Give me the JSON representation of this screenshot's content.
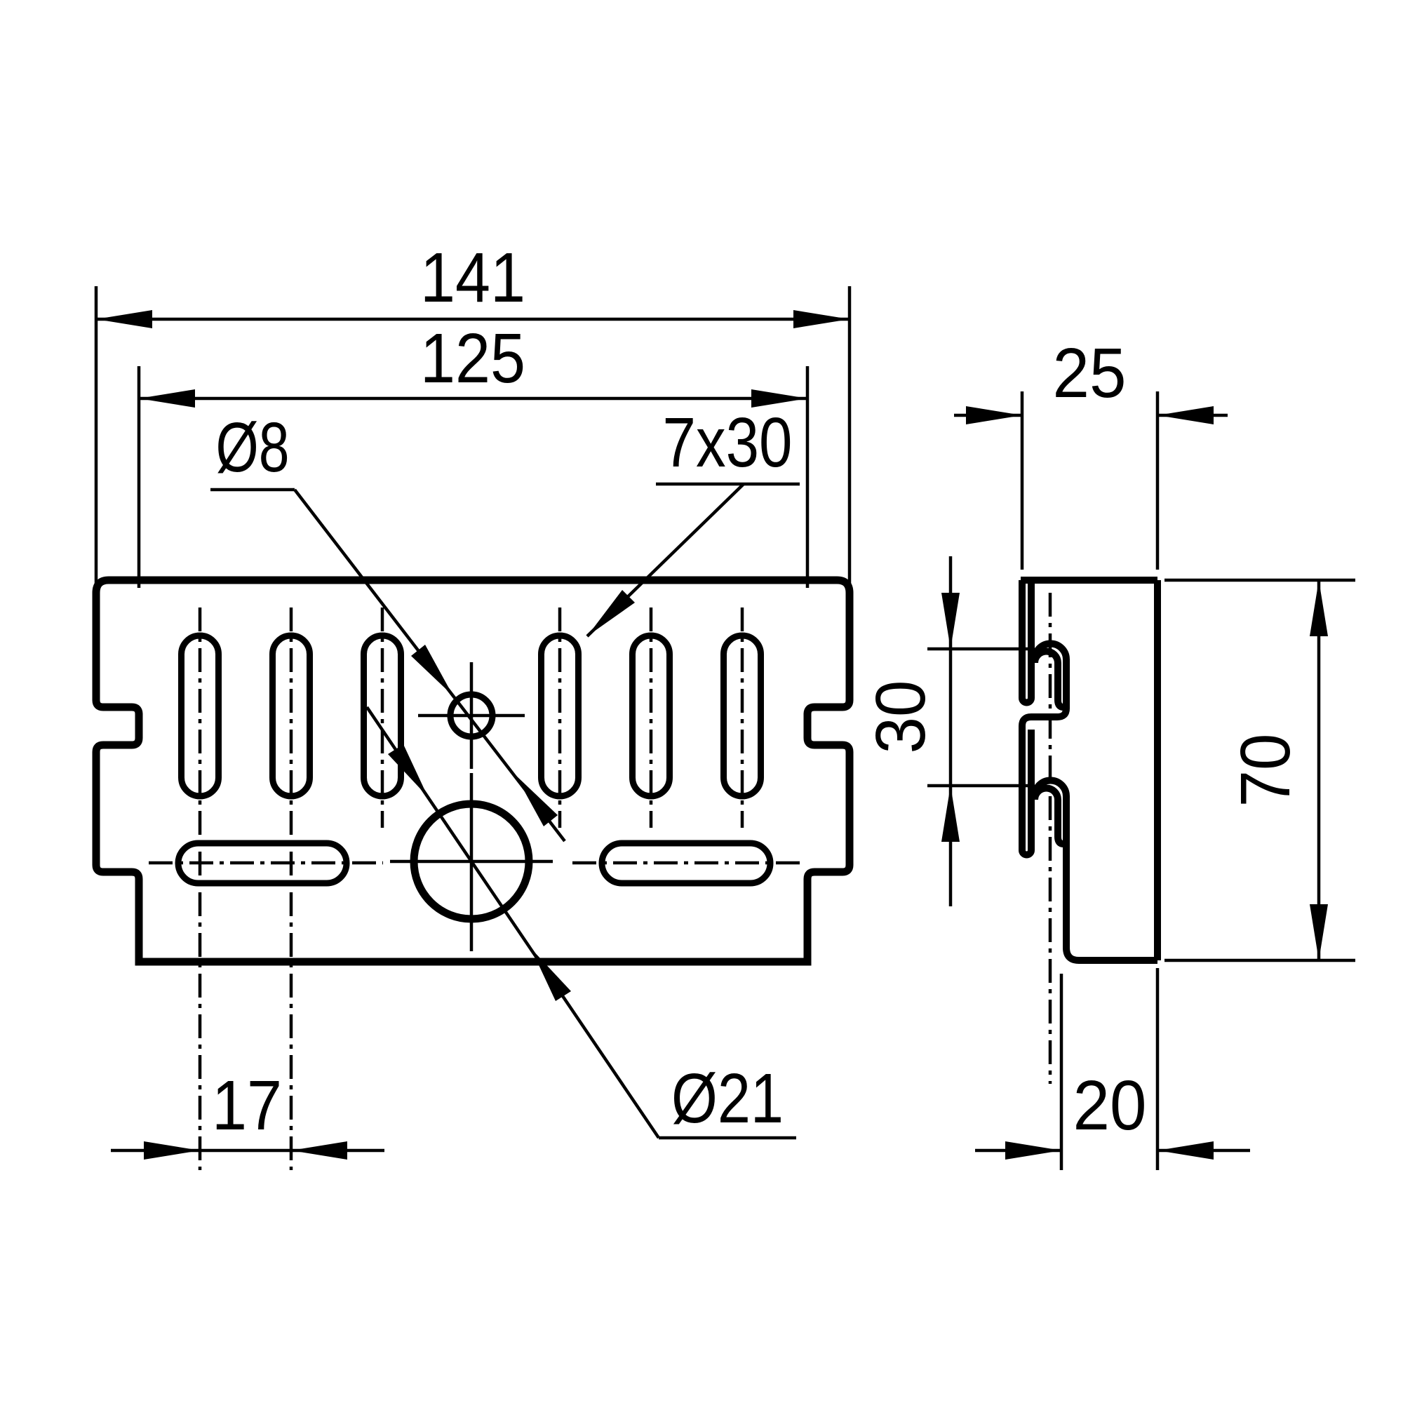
{
  "drawing": {
    "front_view": {
      "dim_overall_width": "141",
      "dim_inner_width": "125",
      "label_hole_small": "Ø8",
      "label_slot_size": "7x30",
      "dim_slot_pitch": "17",
      "label_hole_large": "Ø21"
    },
    "side_view": {
      "dim_depth_top": "25",
      "dim_tab_spacing": "30",
      "dim_height": "70",
      "dim_depth_bottom": "20"
    },
    "colors": {
      "line": "#000000",
      "background": "#ffffff"
    }
  }
}
